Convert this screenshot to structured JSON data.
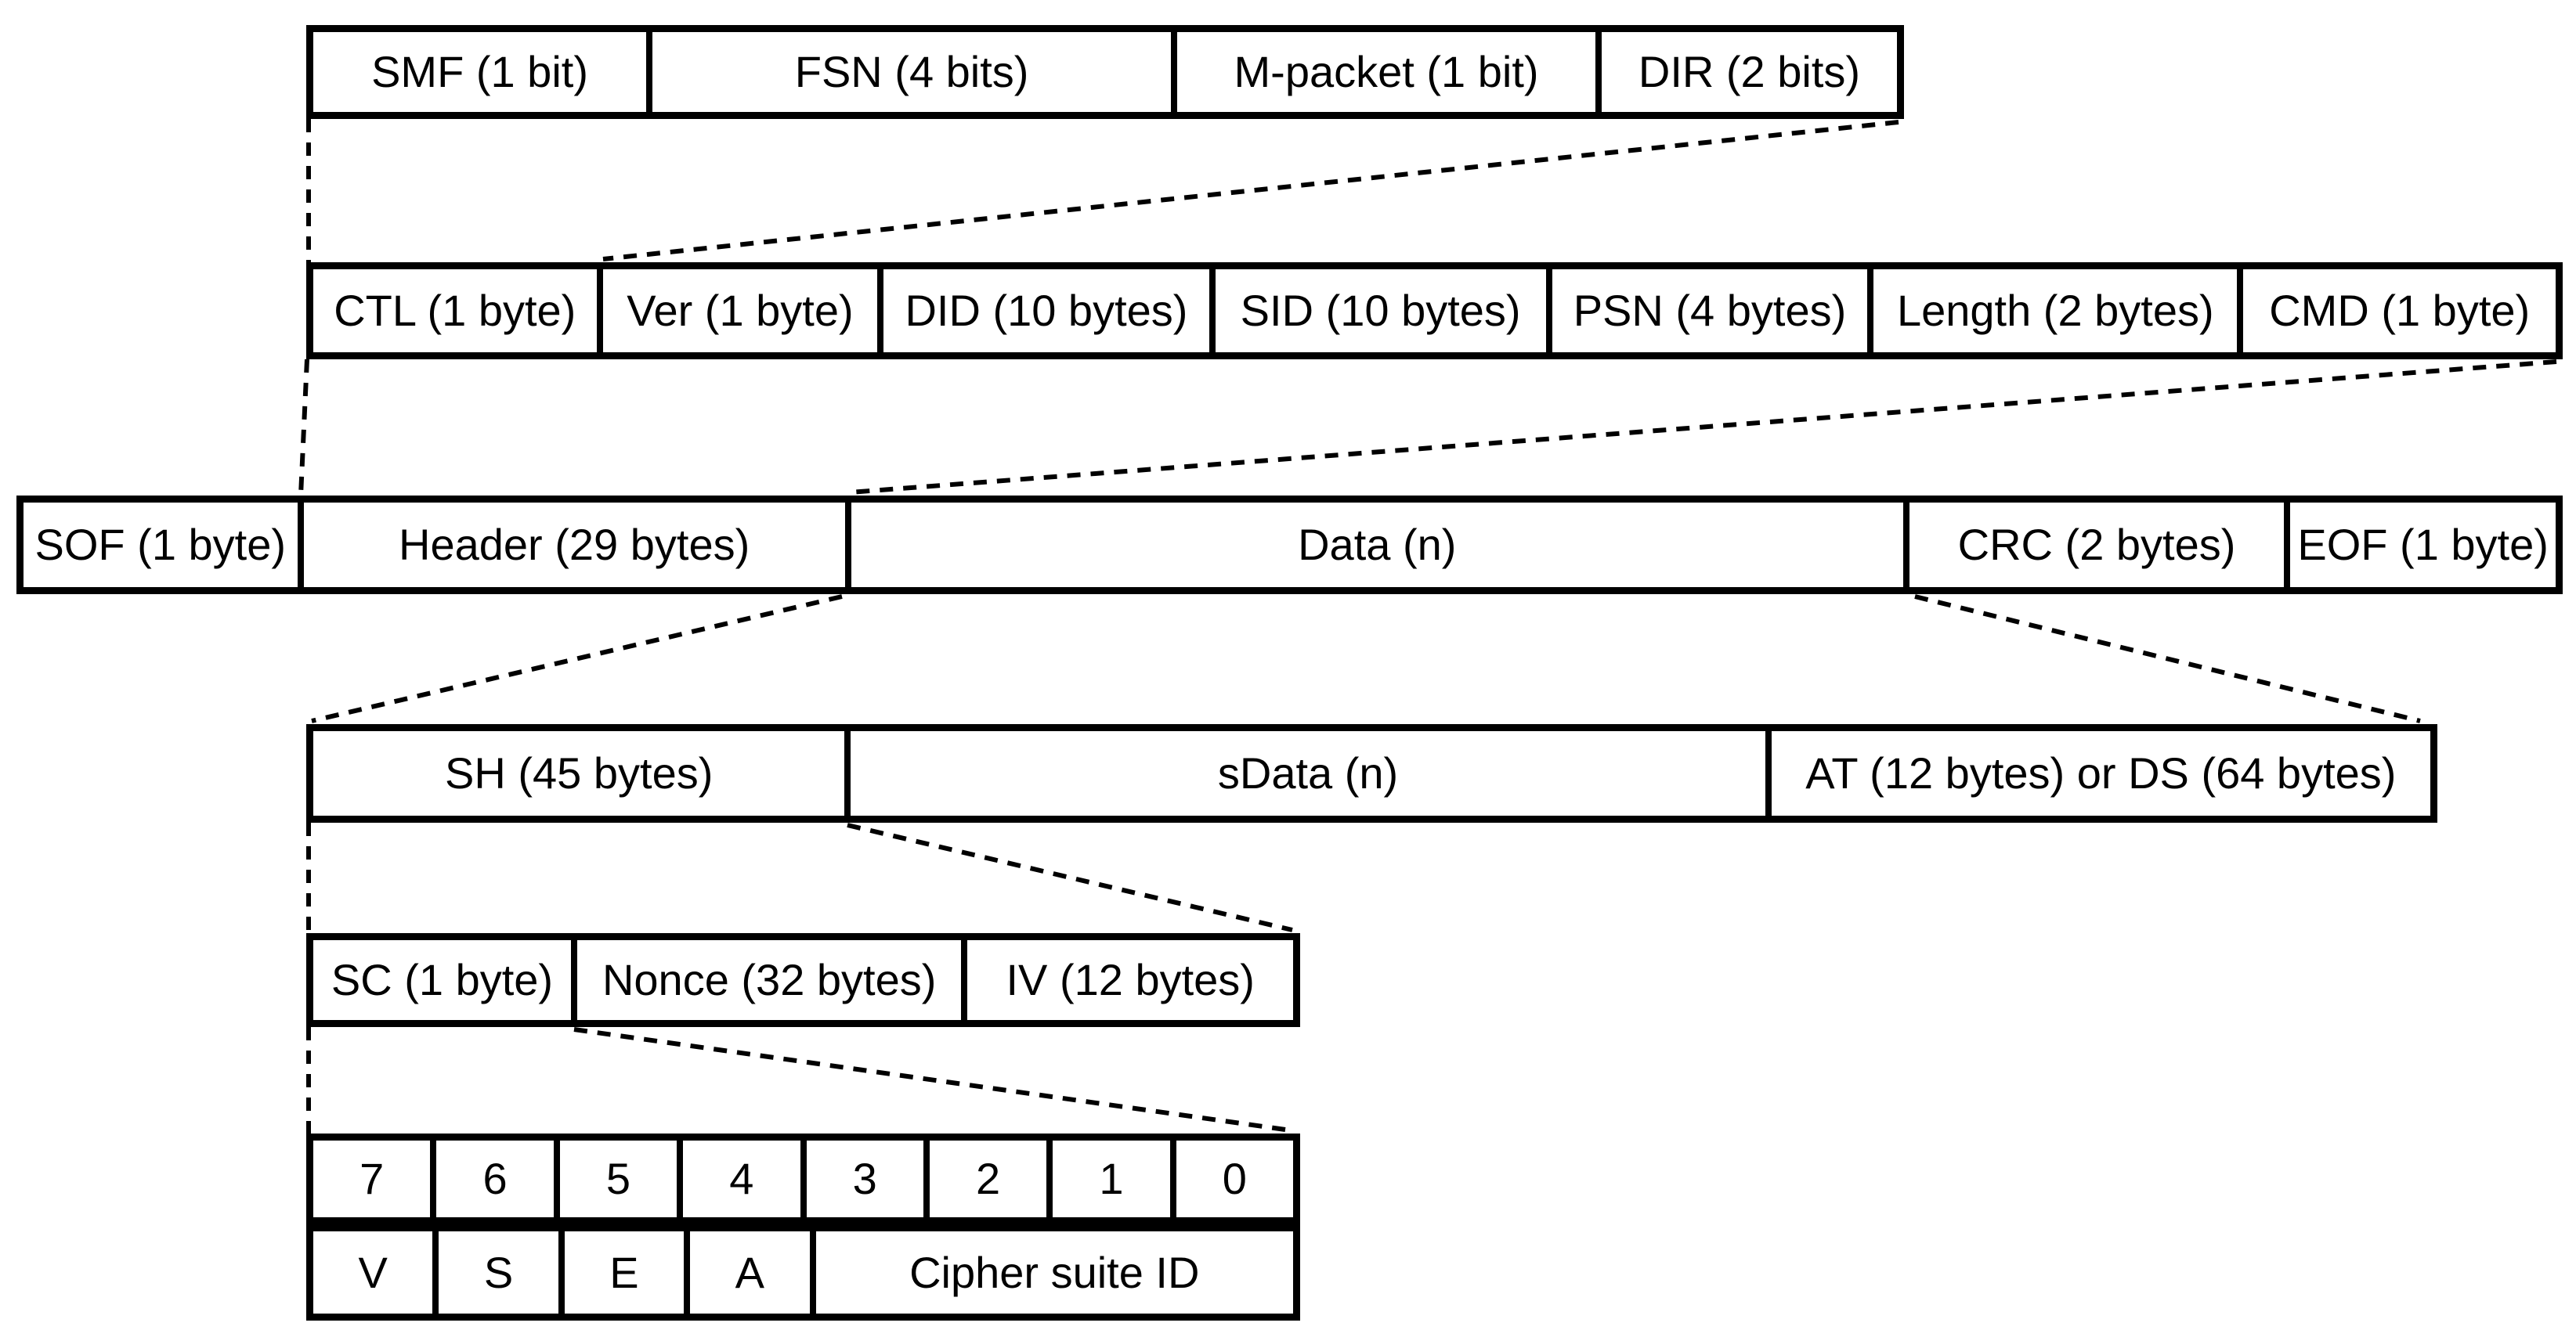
{
  "diagram": {
    "description": "Packet frame structure with nested field expansions",
    "colors": {
      "line": "#000000",
      "background": "#ffffff",
      "text": "#000000"
    },
    "rows": [
      {
        "id": "ctl-bit-fields",
        "cells": [
          {
            "label": "SMF (1 bit)"
          },
          {
            "label": "FSN (4 bits)"
          },
          {
            "label": "M-packet (1 bit)"
          },
          {
            "label": "DIR (2 bits)"
          }
        ]
      },
      {
        "id": "header-fields",
        "cells": [
          {
            "label": "CTL (1 byte)"
          },
          {
            "label": "Ver (1 byte)"
          },
          {
            "label": "DID (10 bytes)"
          },
          {
            "label": "SID (10 bytes)"
          },
          {
            "label": "PSN (4 bytes)"
          },
          {
            "label": "Length (2 bytes)"
          },
          {
            "label": "CMD (1 byte)"
          }
        ]
      },
      {
        "id": "packet-frame",
        "cells": [
          {
            "label": "SOF (1 byte)"
          },
          {
            "label": "Header (29 bytes)"
          },
          {
            "label": "Data (n)"
          },
          {
            "label": "CRC (2 bytes)"
          },
          {
            "label": "EOF (1 byte)"
          }
        ]
      },
      {
        "id": "data-fields",
        "cells": [
          {
            "label": "SH (45 bytes)"
          },
          {
            "label": "sData (n)"
          },
          {
            "label": "AT (12 bytes) or DS (64 bytes)"
          }
        ]
      },
      {
        "id": "secure-header-fields",
        "cells": [
          {
            "label": "SC (1 byte)"
          },
          {
            "label": "Nonce (32 bytes)"
          },
          {
            "label": "IV (12 bytes)"
          }
        ]
      },
      {
        "id": "sc-bit-indices",
        "cells": [
          {
            "label": "7"
          },
          {
            "label": "6"
          },
          {
            "label": "5"
          },
          {
            "label": "4"
          },
          {
            "label": "3"
          },
          {
            "label": "2"
          },
          {
            "label": "1"
          },
          {
            "label": "0"
          }
        ]
      },
      {
        "id": "sc-bit-fields",
        "cells": [
          {
            "label": "V"
          },
          {
            "label": "S"
          },
          {
            "label": "E"
          },
          {
            "label": "A"
          },
          {
            "label": "Cipher suite ID"
          }
        ]
      }
    ]
  }
}
